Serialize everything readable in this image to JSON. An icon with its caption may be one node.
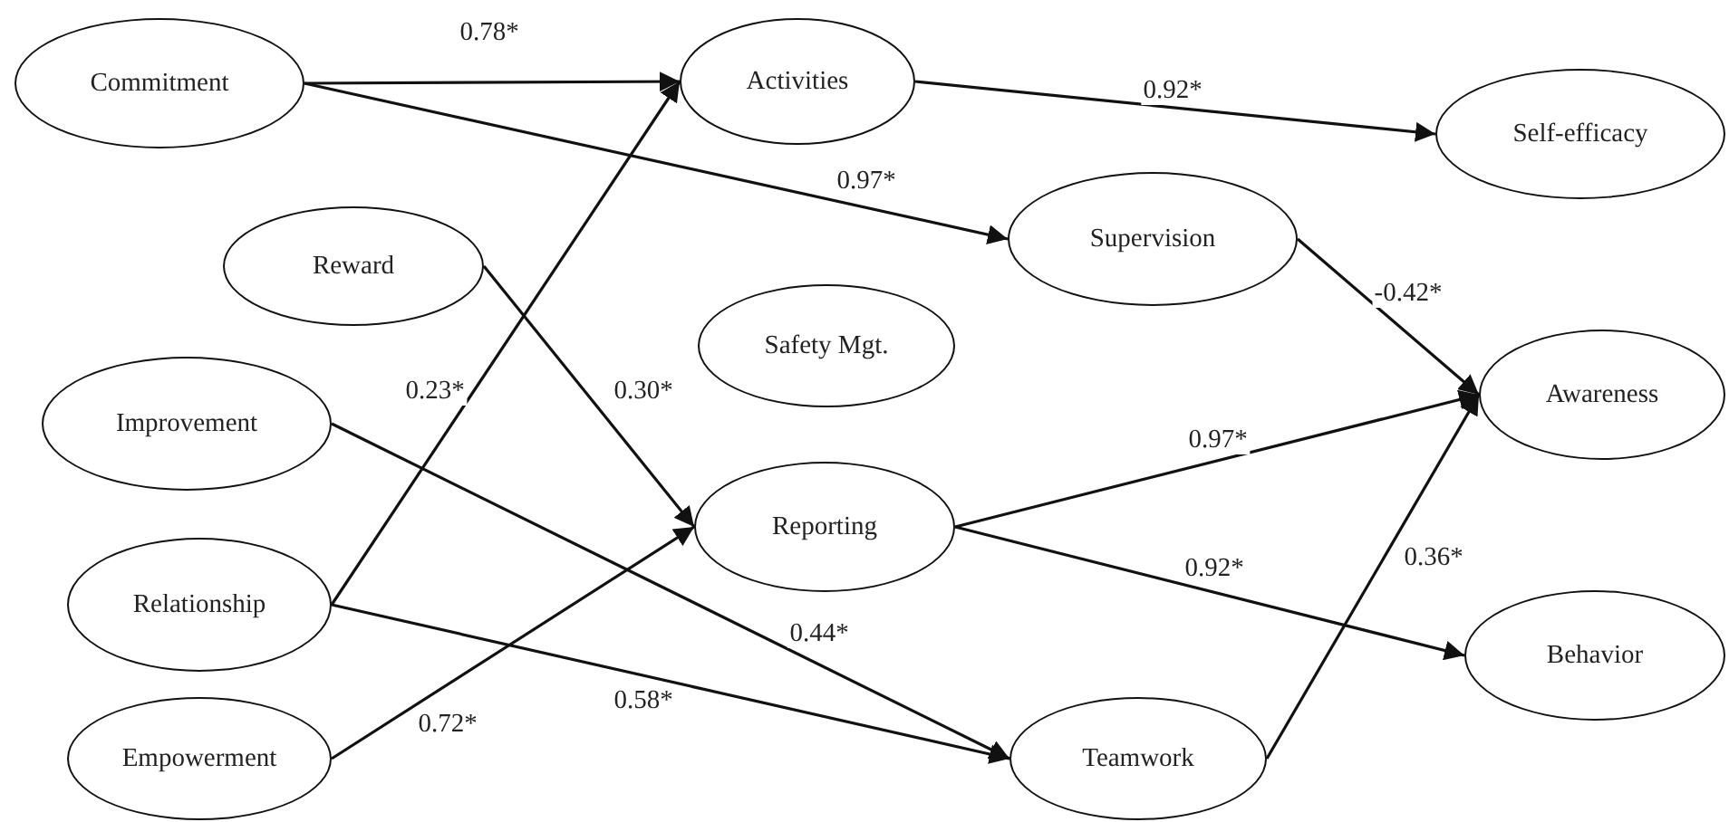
{
  "diagram": {
    "nodes": [
      {
        "text": [
          "Commitment"
        ]
      },
      {
        "text": [
          "Activities"
        ]
      },
      {
        "text": [
          "Self-efficacy"
        ]
      },
      {
        "text": [
          "Reward"
        ]
      },
      {
        "text": [
          "Supervision"
        ]
      },
      {
        "text": [
          "Safety Mgt."
        ]
      },
      {
        "text": [
          "Improvement"
        ]
      },
      {
        "text": [
          "Awareness"
        ]
      },
      {
        "text": [
          "Reporting"
        ]
      },
      {
        "text": [
          "Relationship"
        ]
      },
      {
        "text": [
          "Behavior"
        ]
      },
      {
        "text": [
          "Empowerment"
        ]
      },
      {
        "text": [
          "Teamwork"
        ]
      }
    ],
    "edges": [
      {
        "from": 0,
        "to": 1,
        "arrow": "to",
        "label": "0.78*"
      },
      {
        "from": 0,
        "to": 4,
        "arrow": "to",
        "label": "0.97*"
      },
      {
        "from": 1,
        "to": 2,
        "arrow": "to",
        "label": "0.92*"
      },
      {
        "from": 9,
        "to": 1,
        "arrow": "to",
        "label": "0.23*"
      },
      {
        "from": 3,
        "to": 8,
        "arrow": "to",
        "label": "0.30*"
      },
      {
        "from": 4,
        "to": 7,
        "arrow": "to",
        "label": "-0.42*"
      },
      {
        "from": 8,
        "to": 7,
        "arrow": "to",
        "label": "0.97*"
      },
      {
        "from": 8,
        "to": 10,
        "arrow": "to",
        "label": "0.92*"
      },
      {
        "from": 12,
        "to": 7,
        "arrow": "to",
        "label": "0.36*"
      },
      {
        "from": 6,
        "to": 12,
        "arrow": "to",
        "label": "0.44*"
      },
      {
        "from": 9,
        "to": 12,
        "arrow": "to",
        "label": "0.58*"
      },
      {
        "from": 11,
        "to": 8,
        "arrow": "to",
        "label": "0.72*"
      }
    ]
  }
}
